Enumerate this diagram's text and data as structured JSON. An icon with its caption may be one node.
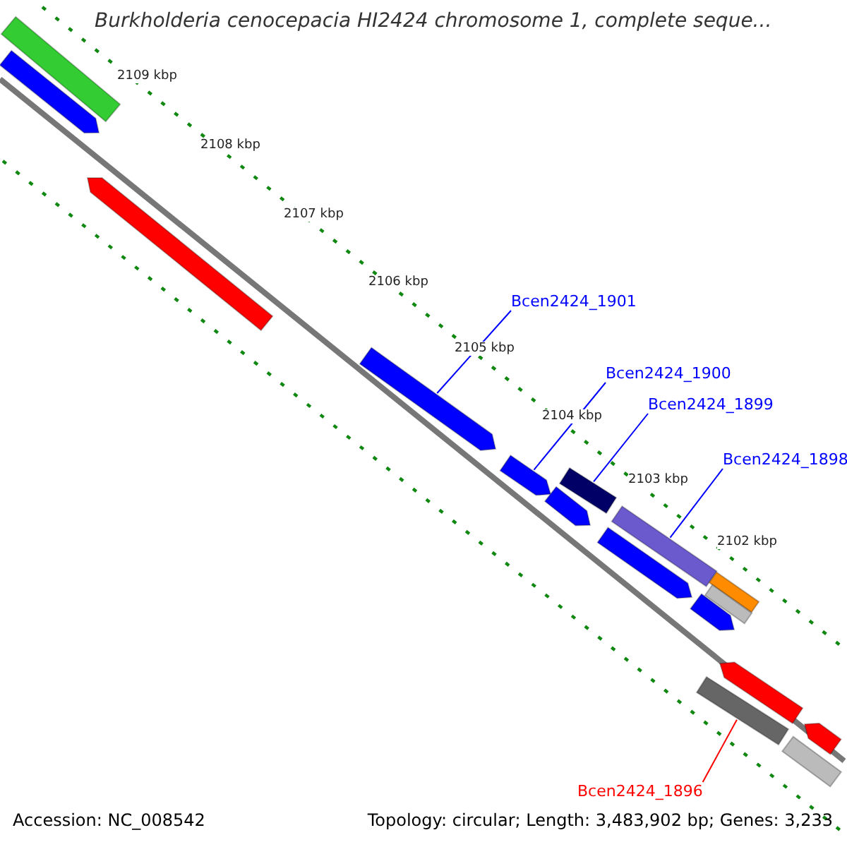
{
  "diagram": {
    "title": "Burkholderia cenocepacia HI2424 chromosome 1, complete seque...",
    "nodes": [
      {
        "text": [
          "Bcen2424_1901"
        ]
      },
      {
        "text": [
          "Bcen2424_1900"
        ]
      },
      {
        "text": [
          "Bcen2424_1899"
        ]
      },
      {
        "text": [
          "Bcen2424_1898"
        ]
      },
      {
        "text": [
          "Bcen2424_1896"
        ]
      },
      {
        "text": [],
        "shape": "bar"
      },
      {
        "text": [],
        "shape": "bar"
      },
      {
        "text": [],
        "shape": "bar"
      },
      {
        "text": [],
        "shape": "bar"
      },
      {
        "text": [],
        "shape": "bar"
      },
      {
        "text": [],
        "shape": "bar"
      },
      {
        "text": [],
        "shape": "bar"
      },
      {
        "text": [],
        "shape": "bar"
      },
      {
        "text": [],
        "shape": "bar"
      },
      {
        "text": [],
        "shape": "bar"
      },
      {
        "text": [],
        "shape": "bar"
      },
      {
        "text": [],
        "shape": "bar"
      },
      {
        "text": [],
        "shape": "bar"
      },
      {
        "text": [],
        "shape": "bar"
      },
      {
        "text": [],
        "shape": "bar"
      },
      {
        "text": [],
        "shape": "bar"
      }
    ],
    "edges": [
      {
        "from": 0,
        "to": 5,
        "arrow": "none"
      },
      {
        "from": 1,
        "to": 6,
        "arrow": "none"
      },
      {
        "from": 2,
        "to": 7,
        "arrow": "none"
      },
      {
        "from": 3,
        "to": 8,
        "arrow": "none"
      },
      {
        "from": 4,
        "to": 9,
        "arrow": "none",
        "color": "#ff0000"
      }
    ],
    "labels": [
      "2109 kbp",
      "2108 kbp",
      "2107 kbp",
      "2106 kbp",
      "2105 kbp",
      "2104 kbp",
      "2103 kbp",
      "2102 kbp",
      "Accession: NC_008542",
      "Topology: circular; Length: 3,483,902 bp; Genes: 3,233"
    ]
  }
}
